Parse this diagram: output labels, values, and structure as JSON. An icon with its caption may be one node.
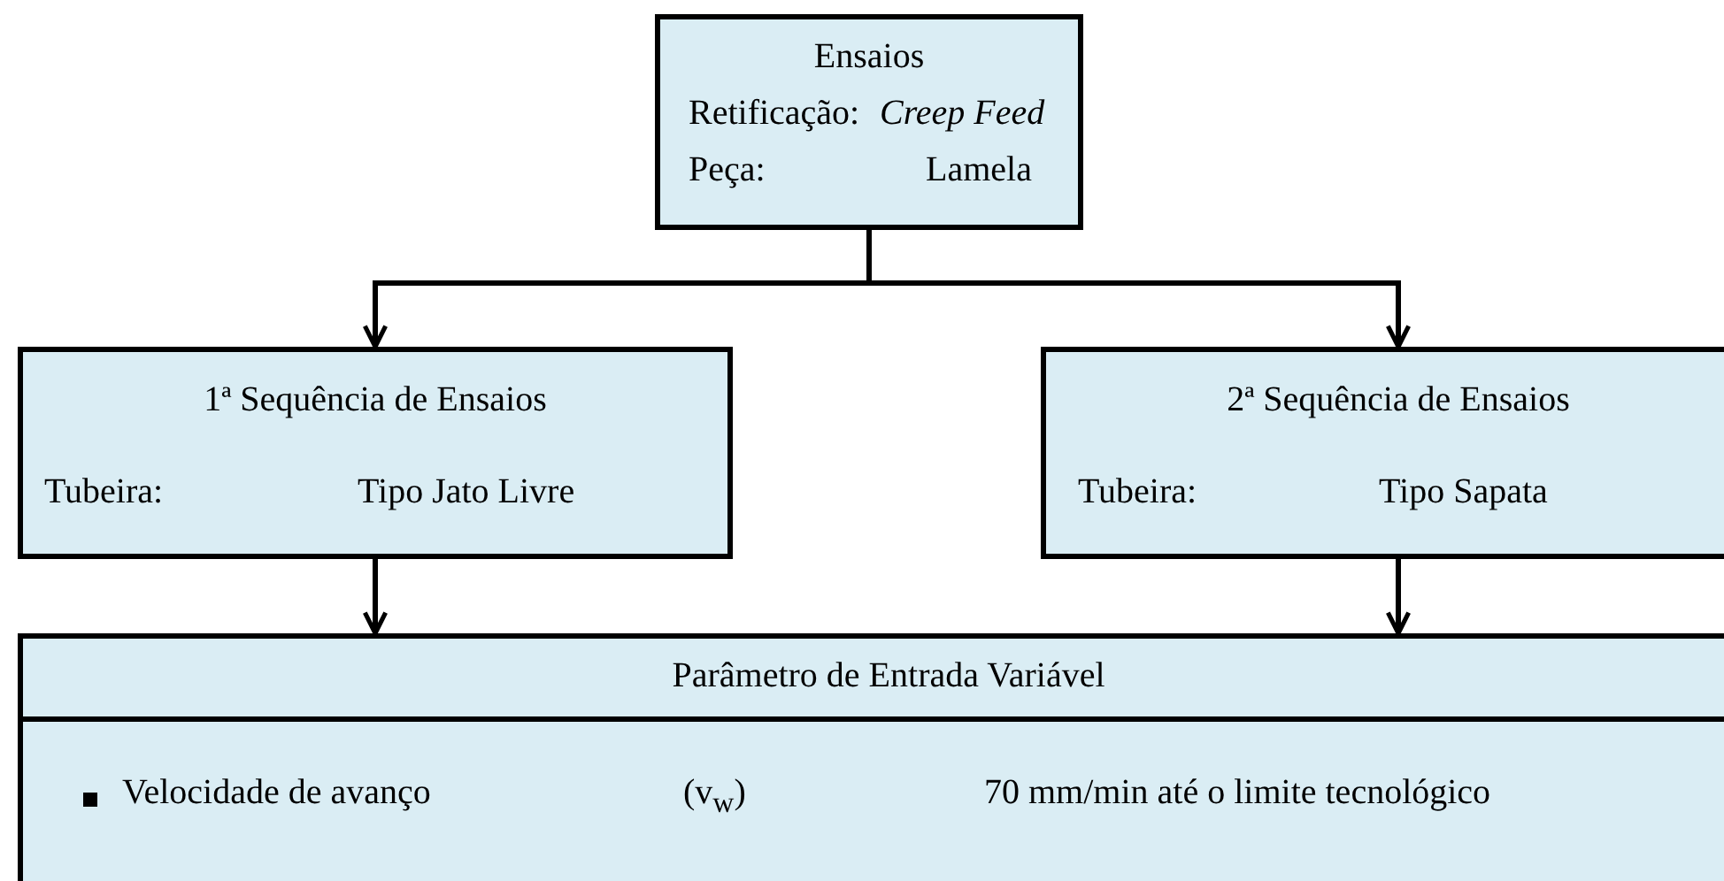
{
  "diagram": {
    "nodes": [
      {
        "text": [
          "Ensaios",
          "Retificação:",
          "Creep Feed",
          "Peça:",
          "Lamela"
        ]
      },
      {
        "text": [
          "1ª Sequência de Ensaios",
          "Tubeira:",
          "Tipo Jato Livre"
        ]
      },
      {
        "text": [
          "2ª Sequência de Ensaios",
          "Tubeira:",
          "Tipo Sapata"
        ]
      },
      {
        "text": [
          "Parâmetro de Entrada Variável",
          "Velocidade de avanço",
          "(v$_{w}$)",
          "70 mm/min até o limite tecnológico"
        ]
      }
    ],
    "edges": [
      {
        "from": 0,
        "to": 1,
        "arrow": "to"
      },
      {
        "from": 0,
        "to": 2,
        "arrow": "to"
      },
      {
        "from": 1,
        "to": 3,
        "arrow": "to"
      },
      {
        "from": 2,
        "to": 3,
        "arrow": "to"
      }
    ]
  }
}
